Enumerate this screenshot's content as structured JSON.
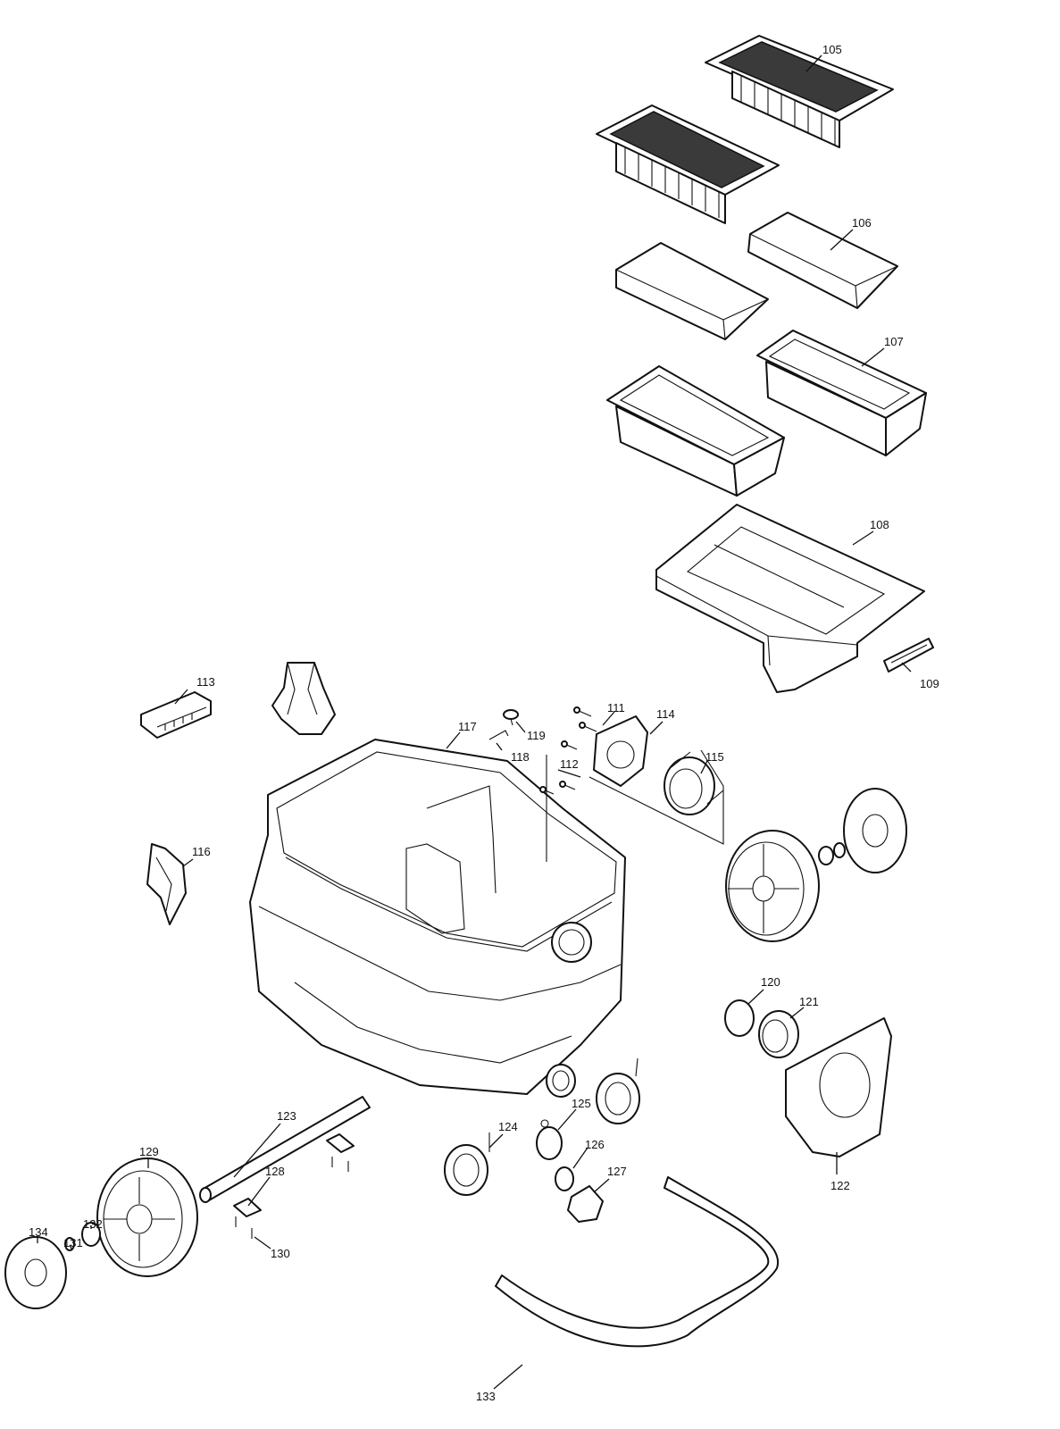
{
  "labels": {
    "p105": "105",
    "p106": "106",
    "p107": "107",
    "p108": "108",
    "p109": "109",
    "p111": "111",
    "p112": "112",
    "p113": "113",
    "p114": "114",
    "p115": "115",
    "p116": "116",
    "p117": "117",
    "p118": "118",
    "p119": "119",
    "p120": "120",
    "p121": "121",
    "p122": "122",
    "p123": "123",
    "p124": "124",
    "p125": "125",
    "p126": "126",
    "p127": "127",
    "p128": "128",
    "p129": "129",
    "p130": "130",
    "p131": "131",
    "p132": "132",
    "p133": "133",
    "p134": "134"
  },
  "colors": {
    "line": "#111111",
    "background": "#ffffff",
    "filter_mesh": "#3a3a3a"
  }
}
